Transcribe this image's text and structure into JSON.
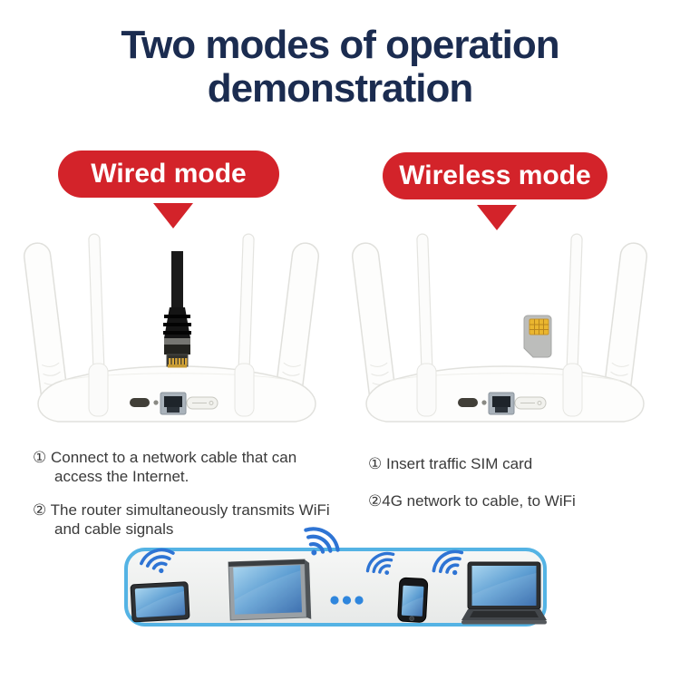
{
  "title": {
    "line1": "Two modes of operation",
    "line2": "demonstration"
  },
  "modes": [
    {
      "label": "Wired mode",
      "steps": [
        {
          "num": "① ",
          "text": "Connect to a network cable that can access the Internet."
        },
        {
          "num": "② ",
          "text": "The router simultaneously transmits WiFi and cable signals"
        }
      ]
    },
    {
      "label": "Wireless mode",
      "steps": [
        {
          "num": "① ",
          "text": "Insert traffic SIM card"
        },
        {
          "num": "②",
          "text": "4G network to cable, to WiFi"
        }
      ]
    }
  ],
  "icons": {
    "left_overlay": "ethernet-cable-icon",
    "right_overlay": "sim-card-icon",
    "banner_devices": [
      "tablet-icon",
      "monitor-icon",
      "ellipsis-dots",
      "smartphone-icon",
      "laptop-icon"
    ],
    "signal": "wifi-signal-icon"
  },
  "colors": {
    "accent_red": "#d3232a",
    "title_navy": "#1b2c50",
    "banner_border": "#54b3e4",
    "wifi_blue": "#2e74d4",
    "dot_blue": "#2f86dd",
    "screen_blue": "#2a62a8",
    "sim_gold": "#eab62f"
  }
}
